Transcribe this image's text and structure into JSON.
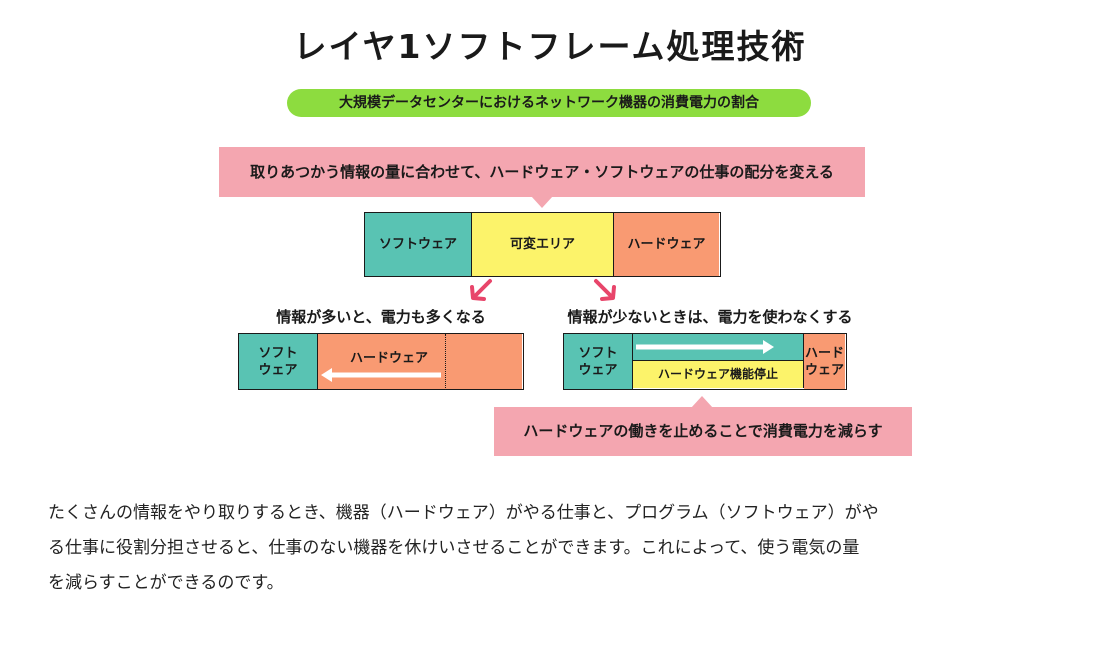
{
  "title": "レイヤ1ソフトフレーム処理技術",
  "subtitle_pill": "大規模データセンターにおけるネットワーク機器の消費電力の割合",
  "top_callout": "取りあつかう情報の量に合わせて、ハードウェア・ソフトウェアの仕事の配分を変える",
  "main_bar": {
    "software": "ソフトウェア",
    "variable": "可変エリア",
    "hardware": "ハードウェア"
  },
  "left_case": {
    "label": "情報が多いと、電力も多くなる",
    "software": [
      "ソフト",
      "ウェア"
    ],
    "hardware": "ハードウェア"
  },
  "right_case": {
    "label": "情報が少ないときは、電力を使わなくする",
    "software": [
      "ソフト",
      "ウェア"
    ],
    "stopped": "ハードウェア機能停止",
    "hardware": [
      "ハード",
      "ウェア"
    ]
  },
  "bottom_callout": "ハードウェアの働きを止めることで消費電力を減らす",
  "paragraph": [
    "たくさんの情報をやり取りするとき、機器（ハードウェア）がやる仕事と、プログラム（ソフトウェア）がや",
    "る仕事に役割分担させると、仕事のない機器を休けいさせることができます。これによって、使う電気の量",
    "を減らすことができるのです。"
  ],
  "colors": {
    "software": "#59c3b3",
    "variable": "#fcf36a",
    "hardware": "#f99a72",
    "callout": "#f4a6b0",
    "pill": "#8ddc3f",
    "arrow_pink": "#e8456a"
  }
}
